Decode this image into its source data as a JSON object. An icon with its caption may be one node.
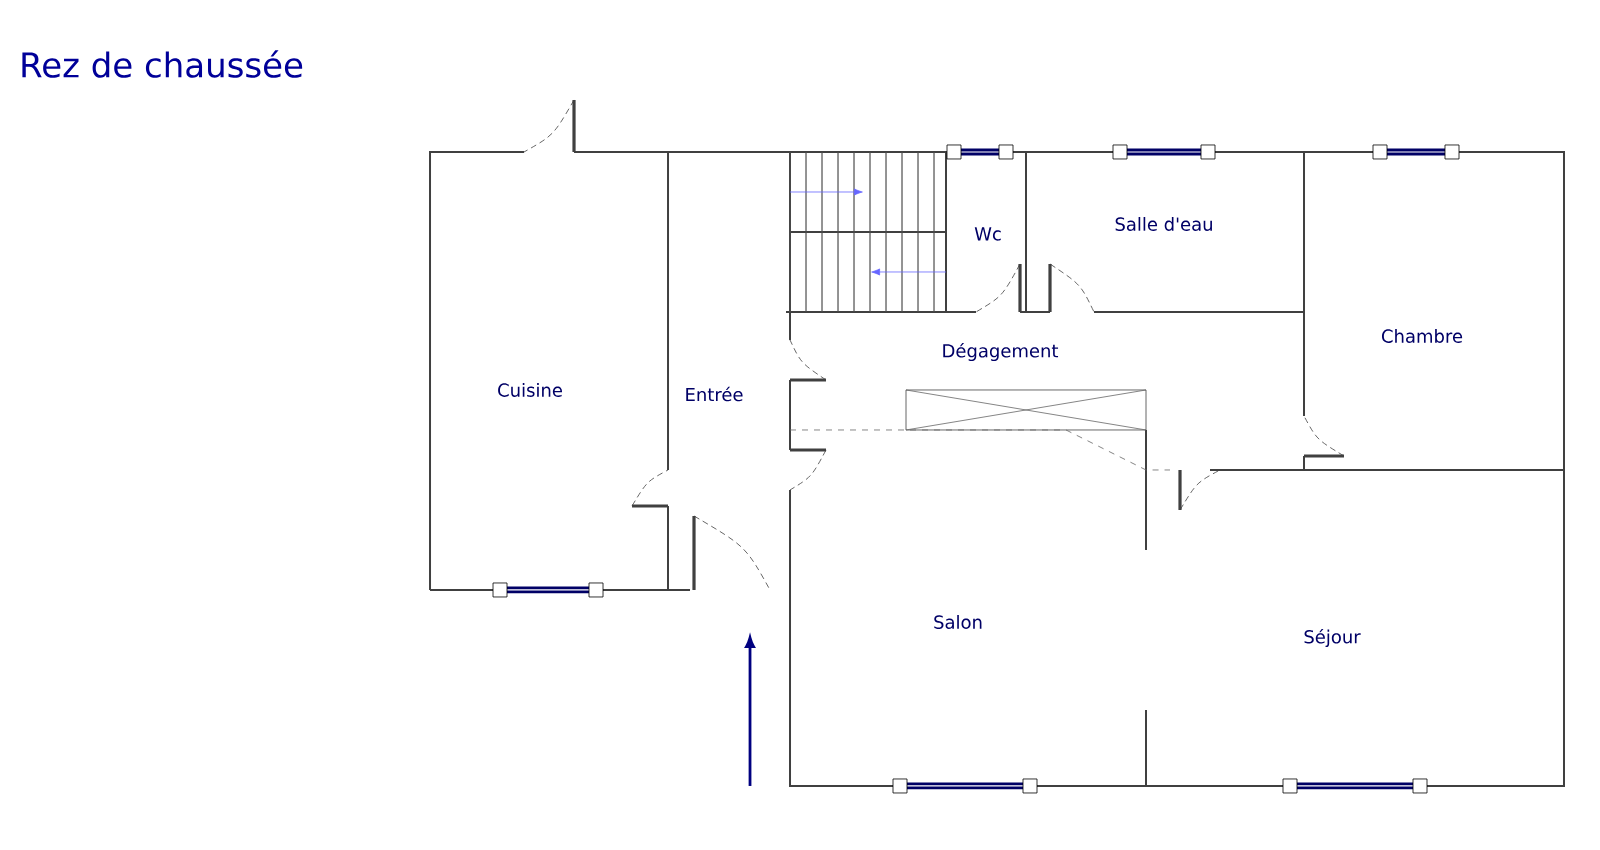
{
  "diagram": {
    "title": "Rez de chaussée",
    "labels": [
      "Wc",
      "Salle d'eau",
      "Chambre",
      "Dégagement",
      "Cuisine",
      "Entrée",
      "Salon",
      "Séjour"
    ]
  }
}
